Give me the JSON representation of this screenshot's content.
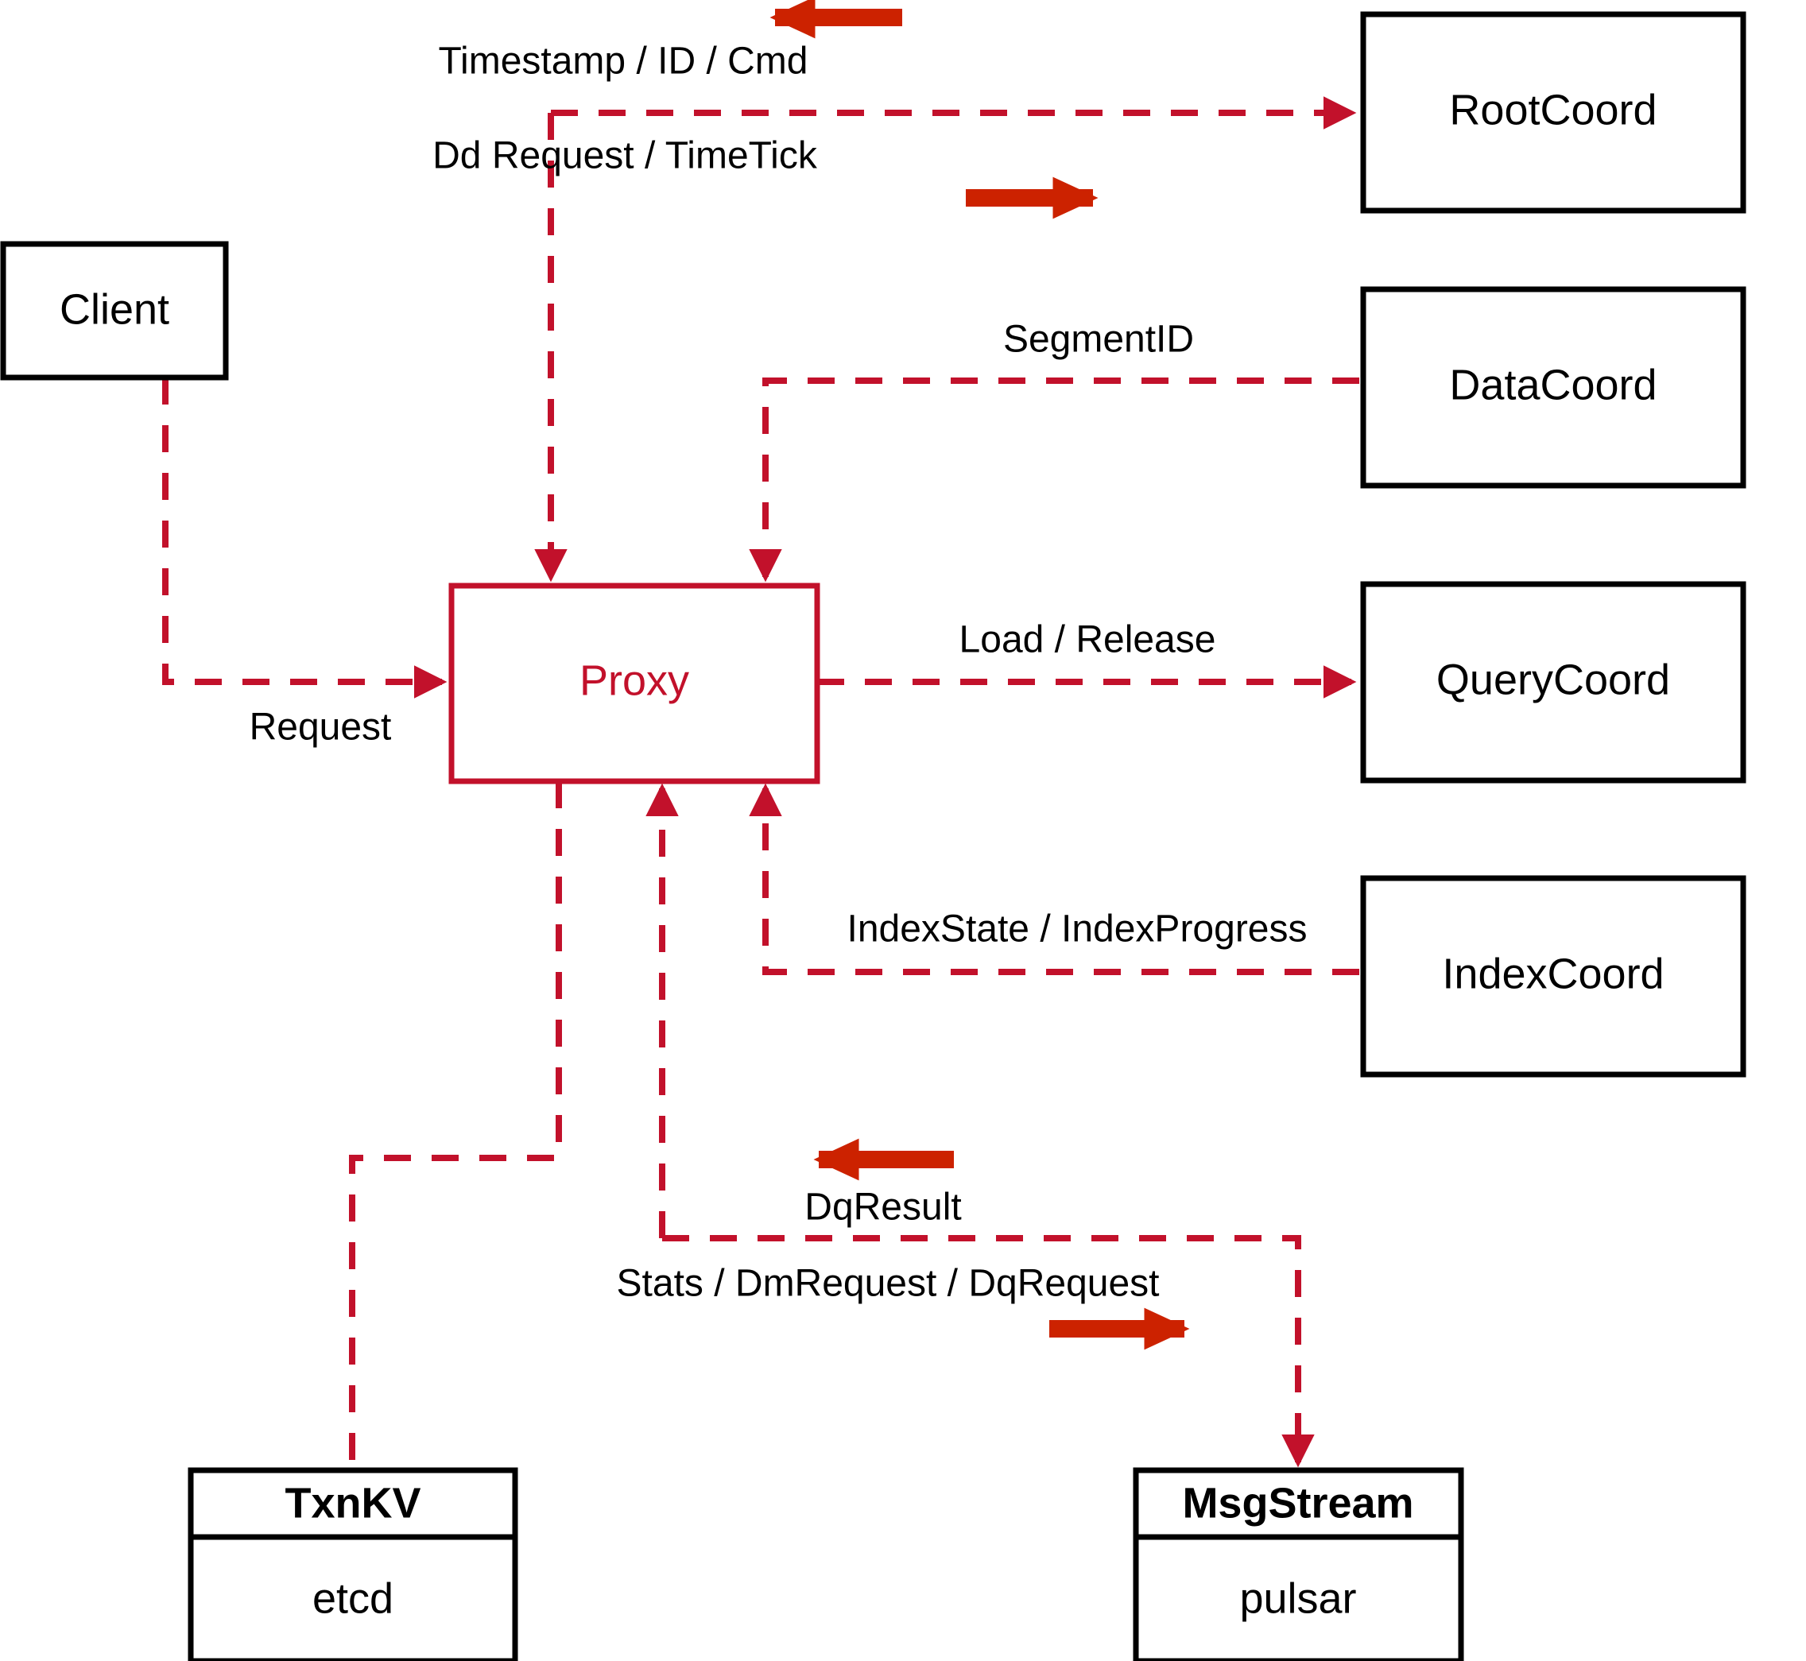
{
  "diagram": {
    "title": "Milvus Proxy interaction diagram",
    "accent_color": "#C2112B",
    "arrow_color": "#CC2200",
    "node_color": "#000000"
  },
  "nodes": {
    "client": {
      "label": "Client"
    },
    "proxy": {
      "label": "Proxy"
    },
    "root_coord": {
      "label": "RootCoord"
    },
    "data_coord": {
      "label": "DataCoord"
    },
    "query_coord": {
      "label": "QueryCoord"
    },
    "index_coord": {
      "label": "IndexCoord"
    },
    "txn_kv": {
      "label": "TxnKV",
      "impl": "etcd"
    },
    "msg_stream": {
      "label": "MsgStream",
      "impl": "pulsar"
    }
  },
  "edges": [
    {
      "id": "client-to-proxy",
      "label": "Request",
      "from": "client",
      "to": "proxy",
      "direction": "forward"
    },
    {
      "id": "rootcoord-reply",
      "label": "Timestamp / ID / Cmd",
      "from": "root_coord",
      "to": "proxy",
      "direction": "backward"
    },
    {
      "id": "proxy-to-rootcoord",
      "label": "Dd Request / TimeTick",
      "from": "proxy",
      "to": "root_coord",
      "direction": "forward"
    },
    {
      "id": "datacoord-reply",
      "label": "SegmentID",
      "from": "data_coord",
      "to": "proxy",
      "direction": "backward"
    },
    {
      "id": "proxy-to-querycoord",
      "label": "Load / Release",
      "from": "proxy",
      "to": "query_coord",
      "direction": "forward"
    },
    {
      "id": "indexcoord-reply",
      "label": "IndexState / IndexProgress",
      "from": "index_coord",
      "to": "proxy",
      "direction": "backward"
    },
    {
      "id": "msgstream-reply",
      "label": "DqResult",
      "from": "msg_stream",
      "to": "proxy",
      "direction": "backward"
    },
    {
      "id": "proxy-to-msgstream",
      "label": "Stats / DmRequest / DqRequest",
      "from": "proxy",
      "to": "msg_stream",
      "direction": "forward"
    },
    {
      "id": "proxy-to-txnkv",
      "label": "",
      "from": "proxy",
      "to": "txn_kv",
      "direction": "none"
    }
  ]
}
